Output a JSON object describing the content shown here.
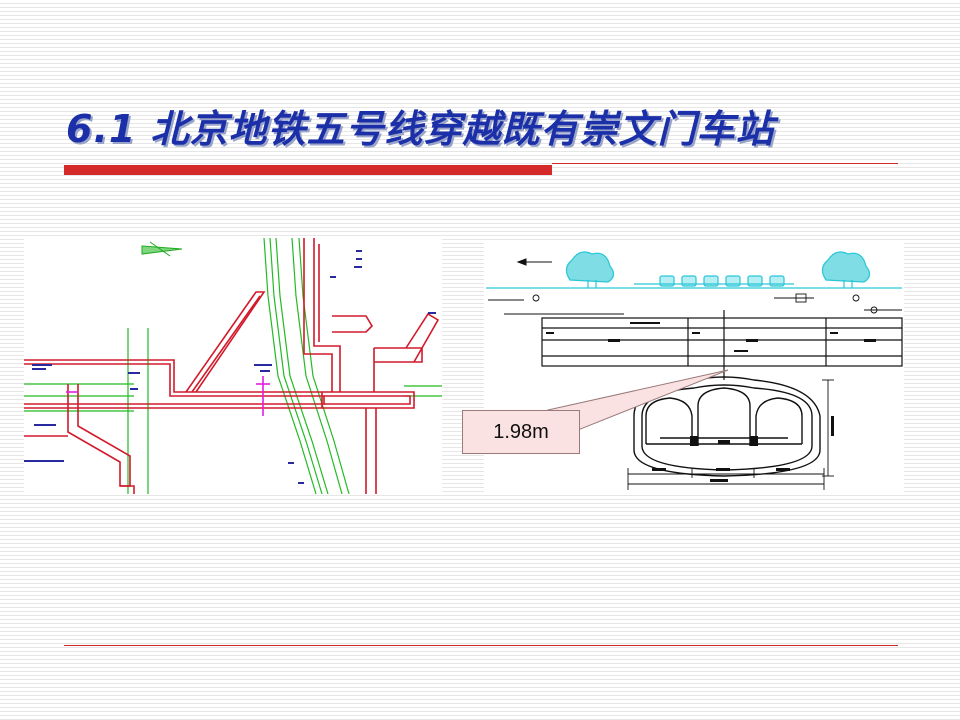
{
  "slide": {
    "title": "6.1  北京地铁五号线穿越既有崇文门车站",
    "callout_label": "1.98m"
  },
  "colors": {
    "title": "#1a2fa8",
    "accent_red": "#d42a2a",
    "cad_red": "#d21a2a",
    "cad_green": "#22bb22",
    "cad_cyan": "#29c6d6",
    "cad_magenta": "#e01ee0",
    "callout_fill": "#fbe2e2"
  },
  "images": {
    "plan_drawing": "cad-plan-view-of-station-crossing",
    "section_drawing": "cad-cross-section-of-tunnel-under-street"
  }
}
